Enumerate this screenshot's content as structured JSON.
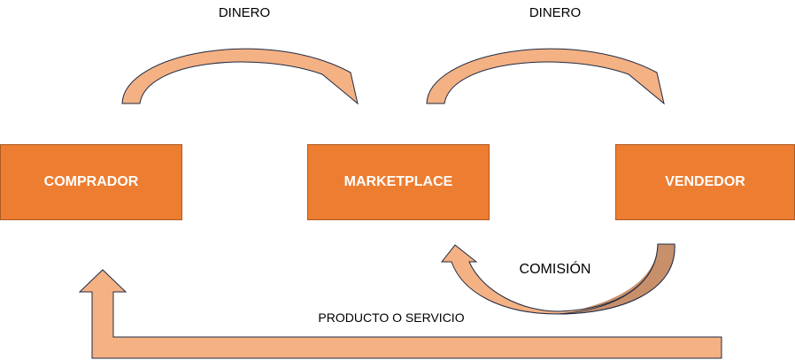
{
  "nodes": {
    "buyer": "COMPRADOR",
    "marketplace": "MARKETPLACE",
    "seller": "VENDEDOR"
  },
  "edges": {
    "money_1": "DINERO",
    "money_2": "DINERO",
    "commission": "COMISIÓN",
    "product": "PRODUCTO O SERVICIO"
  },
  "colors": {
    "box": "#ED7D31",
    "arrow": "#F4B183",
    "arrow_shade": "#C8906A",
    "outline": "#1F2A44"
  }
}
